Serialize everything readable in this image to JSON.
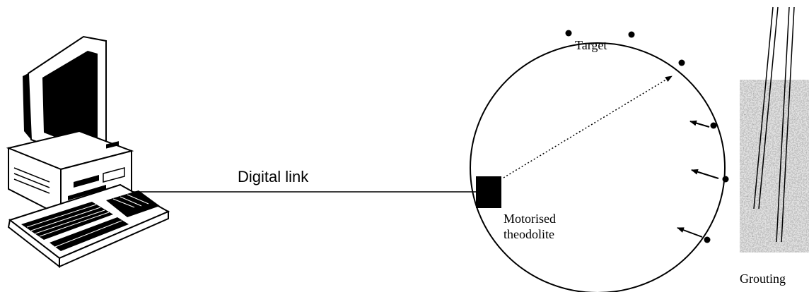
{
  "labels": {
    "digital_link": "Digital link",
    "target": "Target",
    "theodolite_line1": "Motorised",
    "theodolite_line2": "theodolite",
    "grouting": "Grouting"
  },
  "icons": [
    "computer-icon",
    "keyboard-icon",
    "theodolite-icon"
  ],
  "colors": {
    "ink": "#000000",
    "background": "#ffffff",
    "grout": "#9a9a9a"
  }
}
